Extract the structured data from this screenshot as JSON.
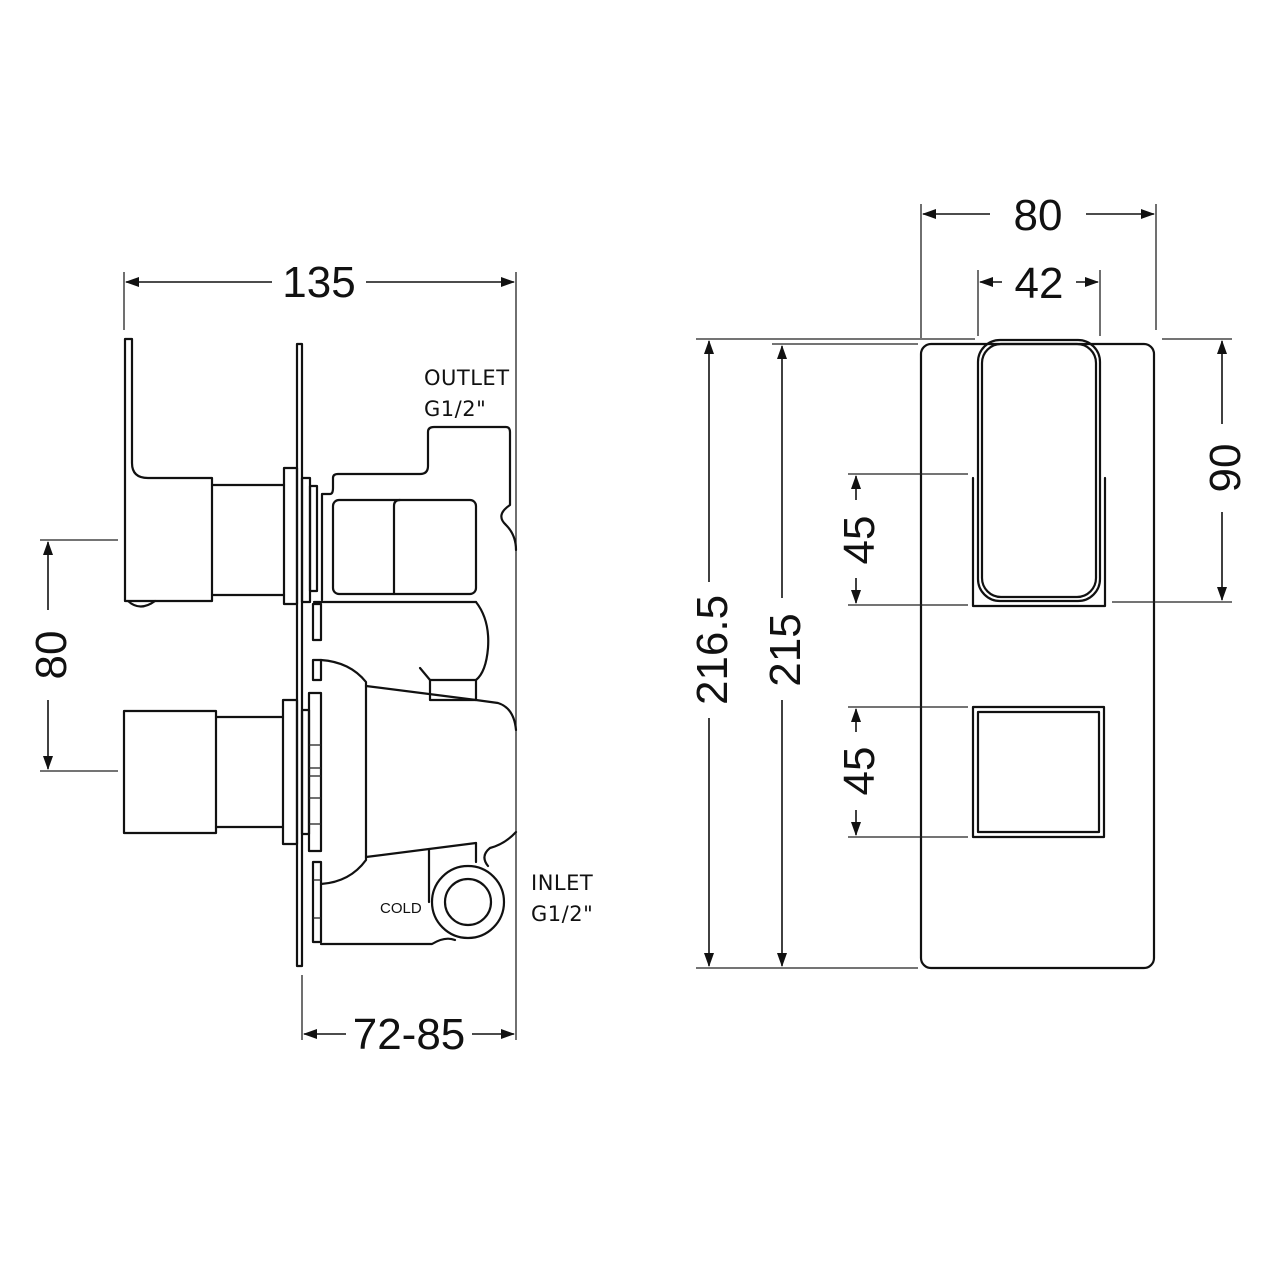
{
  "drawing": {
    "side_view": {
      "dim_overall_depth": "135",
      "dim_handle_spacing": "80",
      "dim_wall_depth": "72-85",
      "outlet_label": "OUTLET",
      "outlet_thread": "G1/2\"",
      "inlet_label": "INLET",
      "inlet_thread": "G1/2\"",
      "cold_label": "COLD"
    },
    "front_view": {
      "dim_plate_width": "80",
      "dim_handle_width": "42",
      "dim_handle_height": "90",
      "dim_upper_control": "45",
      "dim_lower_control": "45",
      "dim_overall_height": "216.5",
      "dim_plate_height": "215"
    },
    "colors": {
      "line": "#111111",
      "background": "#ffffff"
    }
  }
}
